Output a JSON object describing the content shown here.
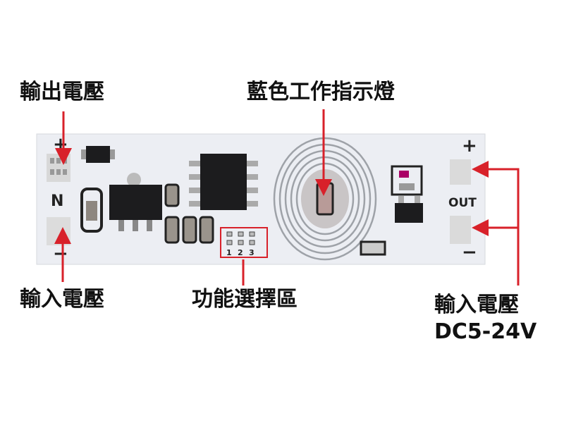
{
  "labels": {
    "output_voltage": "輸出電壓",
    "blue_indicator": "藍色工作指示燈",
    "input_voltage_left": "輸入電壓",
    "function_select": "功能選擇區",
    "input_voltage_right": "輸入電壓",
    "input_range": "DC5-24V"
  },
  "board": {
    "n_mark": "N",
    "out_mark": "OUT",
    "plus": "+",
    "minus": "−",
    "pads": [
      "1",
      "2",
      "3"
    ]
  },
  "colors": {
    "arrow": "#d8212a",
    "board": "#eef0f5",
    "chip": "#1c1c1e"
  }
}
